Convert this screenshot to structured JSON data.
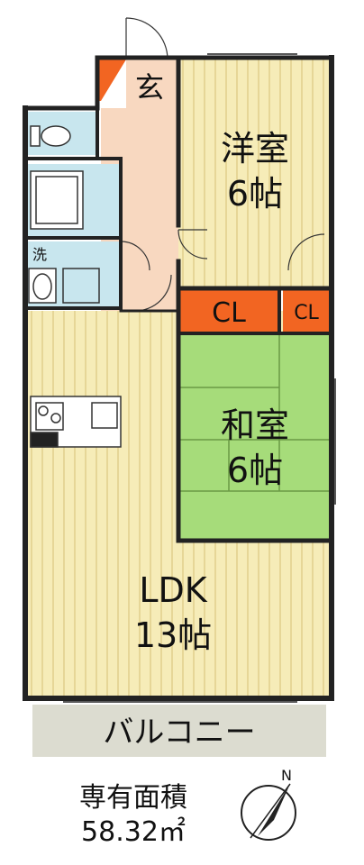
{
  "rooms": {
    "western": {
      "name": "洋室",
      "size": "6帖"
    },
    "japanese": {
      "name": "和室",
      "size": "6帖"
    },
    "ldk": {
      "name": "LDK",
      "size": "13帖"
    },
    "closet_main": "CL",
    "closet_small": "CL",
    "entrance": "玄",
    "wash": "洗",
    "balcony": "バルコニー"
  },
  "area": {
    "label": "専有面積",
    "value": "58.32㎡"
  },
  "compass": {
    "north": "N"
  },
  "colors": {
    "floor_wood": "#f6ecb8",
    "floor_stripe": "#e0cf8c",
    "tatami": "#a6dc7a",
    "tatami_line": "#6a9a45",
    "closet": "#f26522",
    "entrance_floor": "#f8d8c0",
    "wet_area": "#c8e6ee",
    "balcony": "#dcdcd0",
    "wall": "#222222"
  }
}
